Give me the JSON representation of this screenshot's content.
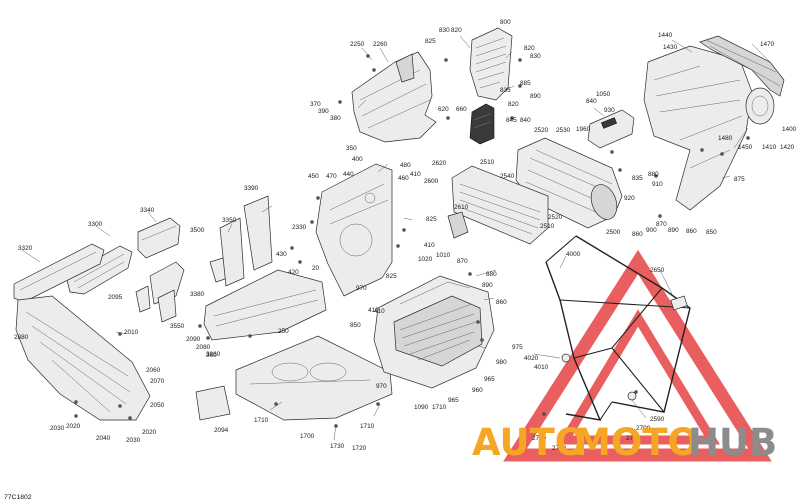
{
  "diagram": {
    "reference_code": "77C1802",
    "watermark": {
      "part1": "AUTO",
      "part2": "MOTO",
      "part3": "HUB"
    },
    "callouts": [
      "2250",
      "2260",
      "830",
      "825",
      "820",
      "800",
      "820",
      "830",
      "835",
      "885",
      "890",
      "370",
      "390",
      "380",
      "350",
      "620",
      "660",
      "820",
      "845",
      "840",
      "840",
      "1050",
      "930",
      "1960",
      "2510",
      "2520",
      "2530",
      "1440",
      "1430",
      "1470",
      "1480",
      "1450",
      "1410",
      "1420",
      "1400",
      "850",
      "860",
      "875",
      "880",
      "910",
      "835",
      "920",
      "860",
      "900",
      "870",
      "890",
      "400",
      "450",
      "470",
      "440",
      "460",
      "410",
      "480",
      "825",
      "410",
      "2620",
      "2600",
      "2610",
      "2540",
      "2520",
      "2510",
      "2500",
      "3300",
      "3340",
      "3320",
      "3390",
      "3350",
      "3380",
      "3500",
      "3360",
      "2880",
      "2095",
      "3550",
      "2090",
      "2080",
      "2010",
      "430",
      "420",
      "2330",
      "20",
      "250",
      "360",
      "410",
      "1020",
      "1010",
      "870",
      "880",
      "890",
      "970",
      "825",
      "860",
      "850",
      "410",
      "1710",
      "1710",
      "1700",
      "1730",
      "1720",
      "2094",
      "2060",
      "2070",
      "2050",
      "2030",
      "2020",
      "2040",
      "2030",
      "2020",
      "975",
      "980",
      "965",
      "960",
      "970",
      "1090",
      "1710",
      "965",
      "4000",
      "2650",
      "4020",
      "4010",
      "2590",
      "2700",
      "2730",
      "2740",
      "2710"
    ]
  }
}
